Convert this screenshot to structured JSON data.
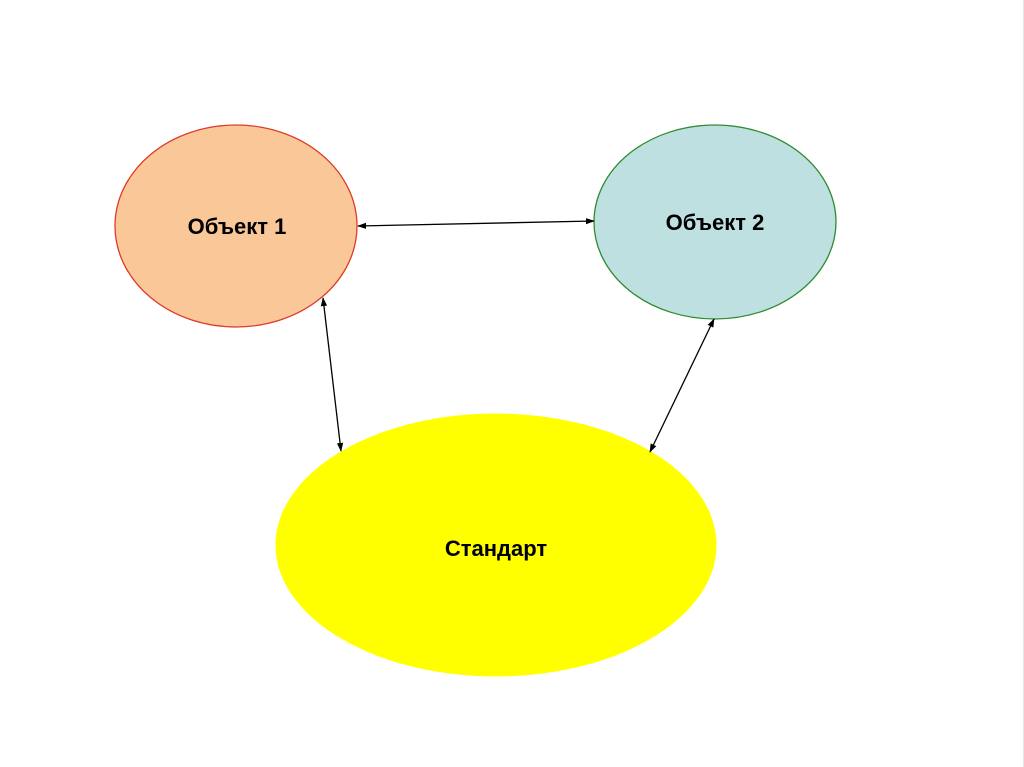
{
  "diagram": {
    "nodes": {
      "object1": {
        "label": "Объект 1",
        "fill": "#FAC898",
        "stroke": "#E03B2A"
      },
      "object2": {
        "label": "Объект 2",
        "fill": "#BEE0E1",
        "stroke": "#2E8B2E"
      },
      "standard": {
        "label": "Стандарт",
        "fill": "#FFFF00",
        "stroke": "#FFFF00"
      }
    },
    "edges": [
      {
        "from": "object1",
        "to": "object2",
        "direction": "both"
      },
      {
        "from": "object1",
        "to": "standard",
        "direction": "both"
      },
      {
        "from": "object2",
        "to": "standard",
        "direction": "both"
      }
    ]
  }
}
